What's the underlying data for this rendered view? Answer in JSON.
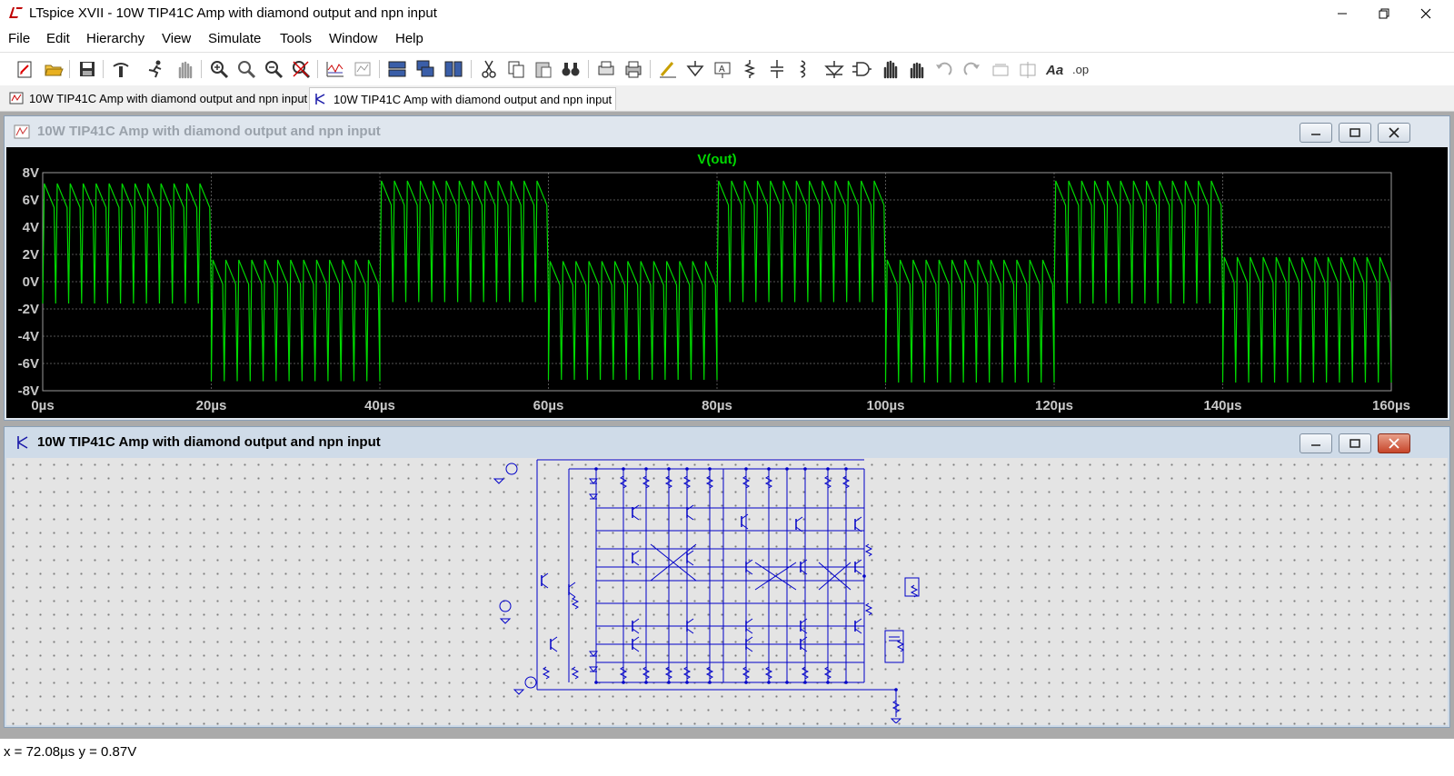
{
  "app": {
    "title": "LTspice XVII - 10W TIP41C Amp with diamond output and npn input"
  },
  "menu": [
    {
      "label": "File"
    },
    {
      "label": "Edit"
    },
    {
      "label": "Hierarchy"
    },
    {
      "label": "View"
    },
    {
      "label": "Simulate"
    },
    {
      "label": "Tools"
    },
    {
      "label": "Window"
    },
    {
      "label": "Help"
    }
  ],
  "toolbar_icons": [
    "new-schematic-icon",
    "open-icon",
    "save-icon",
    "control-panel-icon",
    "run-icon",
    "halt-icon",
    "zoom-in-icon",
    "zoom-pan-icon",
    "zoom-out-icon",
    "zoom-cancel-icon",
    "autorange-icon",
    "plot-settings-icon",
    "tile-horizontal-icon",
    "cascade-icon",
    "tile-vertical-icon",
    "cut-icon",
    "copy-icon",
    "paste-icon",
    "find-icon",
    "print-preview-icon",
    "print-icon",
    "draw-wire-icon",
    "ground-icon",
    "label-net-icon",
    "resistor-icon",
    "capacitor-icon",
    "inductor-icon",
    "diode-icon",
    "component-icon",
    "move-icon",
    "drag-icon",
    "undo-icon",
    "redo-icon",
    "rotate-icon",
    "mirror-icon",
    "text-icon",
    "spice-directive-icon"
  ],
  "doc_tabs": [
    {
      "label": "10W TIP41C Amp with diamond output and npn input",
      "icon": "waveform-icon"
    },
    {
      "label": "10W TIP41C Amp with diamond output and npn input",
      "icon": "schematic-icon"
    }
  ],
  "waveform_window": {
    "title": "10W TIP41C Amp with diamond output and npn input"
  },
  "schematic_window": {
    "title": "10W TIP41C Amp with diamond output and npn input"
  },
  "chart_data": {
    "type": "line",
    "title": "V(out)",
    "series": [
      {
        "name": "V(out)",
        "color": "#00d800"
      }
    ],
    "x_unit": "µs",
    "y_unit": "V",
    "xlim": [
      0,
      160
    ],
    "ylim": [
      -8,
      8
    ],
    "x_ticks": [
      "0µs",
      "20µs",
      "40µs",
      "60µs",
      "80µs",
      "100µs",
      "120µs",
      "140µs",
      "160µs"
    ],
    "y_ticks": [
      "8V",
      "6V",
      "4V",
      "2V",
      "0V",
      "-2V",
      "-4V",
      "-6V",
      "-8V"
    ],
    "grid": true,
    "segments": [
      {
        "x_start": 0,
        "x_end": 20,
        "high": 7.2,
        "low": -1.6,
        "cycles": 13
      },
      {
        "x_start": 20,
        "x_end": 40,
        "high": 1.6,
        "low": -7.3,
        "cycles": 13
      },
      {
        "x_start": 40,
        "x_end": 60,
        "high": 7.4,
        "low": -1.5,
        "cycles": 13
      },
      {
        "x_start": 60,
        "x_end": 80,
        "high": 1.5,
        "low": -7.2,
        "cycles": 13
      },
      {
        "x_start": 80,
        "x_end": 100,
        "high": 7.4,
        "low": -1.5,
        "cycles": 13
      },
      {
        "x_start": 100,
        "x_end": 120,
        "high": 1.6,
        "low": -7.4,
        "cycles": 13
      },
      {
        "x_start": 120,
        "x_end": 140,
        "high": 7.4,
        "low": -1.6,
        "cycles": 13
      },
      {
        "x_start": 140,
        "x_end": 160,
        "high": 1.8,
        "low": -7.4,
        "cycles": 13
      }
    ]
  },
  "status": {
    "text": "x = 72.08µs   y = 0.87V"
  },
  "colors": {
    "trace": "#00d800",
    "plot_bg": "#000000",
    "grid": "#555555",
    "wire": "#0000c8"
  }
}
